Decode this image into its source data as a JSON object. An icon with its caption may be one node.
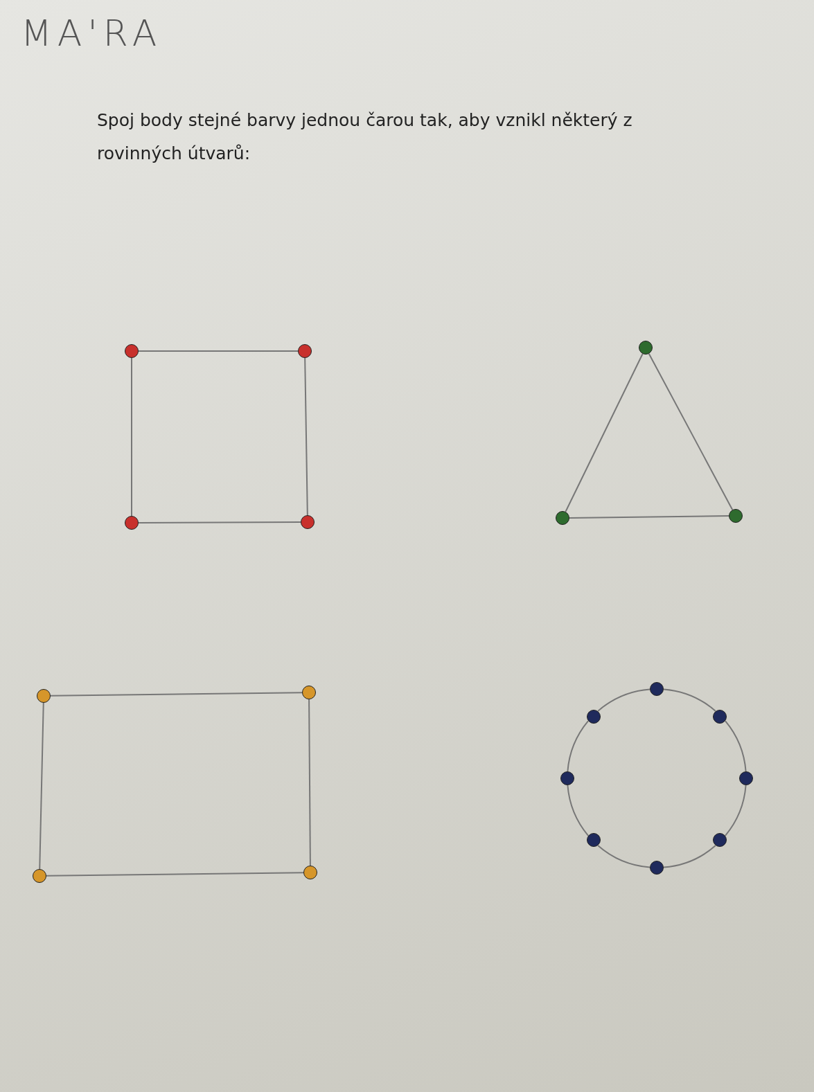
{
  "diagram": {
    "title": "Spoj body stejné barvy jednou čarou tak, aby vznikl některý z rovinných útvarů:",
    "nodes": [
      {
        "text": [],
        "shape": "circle"
      },
      {
        "text": [],
        "shape": "circle"
      },
      {
        "text": [],
        "shape": "circle"
      },
      {
        "text": [],
        "shape": "circle"
      },
      {
        "text": [],
        "shape": "circle"
      },
      {
        "text": [],
        "shape": "circle"
      },
      {
        "text": [],
        "shape": "circle"
      },
      {
        "text": [],
        "shape": "circle"
      },
      {
        "text": [],
        "shape": "circle"
      },
      {
        "text": [],
        "shape": "circle"
      },
      {
        "text": [],
        "shape": "circle"
      },
      {
        "text": [],
        "shape": "circle"
      },
      {
        "text": [],
        "shape": "circle"
      },
      {
        "text": [],
        "shape": "circle"
      },
      {
        "text": [],
        "shape": "circle"
      },
      {
        "text": [],
        "shape": "circle"
      },
      {
        "text": [],
        "shape": "circle"
      },
      {
        "text": [],
        "shape": "circle"
      },
      {
        "text": [],
        "shape": "circle"
      }
    ],
    "edges": [
      {
        "from": 0,
        "to": 1,
        "arrow": "none"
      },
      {
        "from": 1,
        "to": 3,
        "arrow": "none"
      },
      {
        "from": 3,
        "to": 2,
        "arrow": "none"
      },
      {
        "from": 2,
        "to": 0,
        "arrow": "none"
      },
      {
        "from": 4,
        "to": 6,
        "arrow": "none"
      },
      {
        "from": 6,
        "to": 5,
        "arrow": "none"
      },
      {
        "from": 5,
        "to": 4,
        "arrow": "none"
      },
      {
        "from": 7,
        "to": 8,
        "arrow": "none"
      },
      {
        "from": 8,
        "to": 10,
        "arrow": "none"
      },
      {
        "from": 10,
        "to": 9,
        "arrow": "none"
      },
      {
        "from": 9,
        "to": 7,
        "arrow": "none"
      },
      {
        "from": 11,
        "to": 13,
        "arrow": "none"
      },
      {
        "from": 13,
        "to": 15,
        "arrow": "none"
      },
      {
        "from": 15,
        "to": 17,
        "arrow": "none"
      },
      {
        "from": 17,
        "to": 18,
        "arrow": "none"
      },
      {
        "from": 18,
        "to": 16,
        "arrow": "none"
      },
      {
        "from": 16,
        "to": 14,
        "arrow": "none"
      },
      {
        "from": 14,
        "to": 12,
        "arrow": "none"
      },
      {
        "from": 12,
        "to": 11,
        "arrow": "none"
      }
    ],
    "labels": [
      "MA'RA"
    ]
  }
}
